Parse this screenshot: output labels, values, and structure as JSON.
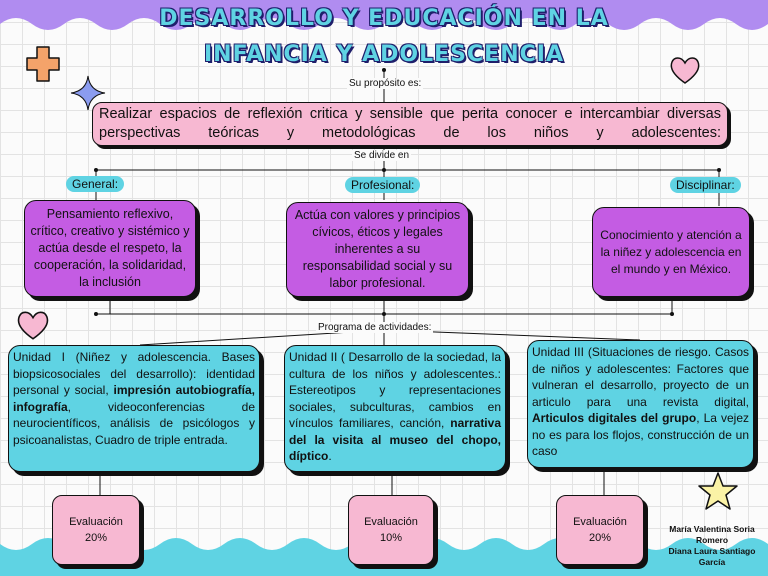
{
  "title": {
    "line1": "DESARROLLO Y EDUCACIÓN EN LA",
    "line2": "INFANCIA Y ADOLESCENCIA"
  },
  "purpose_label": "Su propósito es:",
  "purpose_text": "Realizar espacios de reflexión critica y sensible que perita conocer e intercambiar diversas perspectivas teóricas y metodológicas de los niños y adolescentes:",
  "divides_label": "Se divide en",
  "categories": [
    {
      "label": "General:",
      "text": "Pensamiento reflexivo, crítico, creativo y sistémico y actúa desde el respeto, la cooperación, la solidaridad, la inclusión"
    },
    {
      "label": "Profesional:",
      "text": "Actúa con valores y principios cívicos, éticos y legales inherentes a su responsabilidad social y su labor profesional."
    },
    {
      "label": "Disciplinar:",
      "text": "Conocimiento y atención a la niñez y adolescencia en el mundo y en México."
    }
  ],
  "program_label": "Programa de actividades:",
  "units": [
    {
      "parts": [
        {
          "text": "Unidad I (Niñez y adolescencia. Bases biopsicosociales del desarrollo): identidad personal y social, ",
          "bold": false
        },
        {
          "text": "impresión autobiografía, infografía",
          "bold": true
        },
        {
          "text": ", videoconferencias de neurocientíficos, análisis de psicólogos y psicoanalistas, Cuadro de triple entrada.",
          "bold": false
        }
      ]
    },
    {
      "parts": [
        {
          "text": "Unidad II ( Desarrollo de la sociedad, la cultura de los niños y adolescentes.: Estereotipos y representaciones sociales, subculturas, cambios en vínculos familiares, canción, ",
          "bold": false
        },
        {
          "text": "narrativa del la visita al museo del chopo, díptico",
          "bold": true
        },
        {
          "text": ".",
          "bold": false
        }
      ]
    },
    {
      "parts": [
        {
          "text": "Unidad III (Situaciones de riesgo. Casos de niños y adolescentes: Factores que vulneran el desarrollo, proyecto de un articulo para una revista digital, ",
          "bold": false
        },
        {
          "text": "Articulos digitales del grupo",
          "bold": true
        },
        {
          "text": ", La vejez no es para los flojos, construcción de un caso",
          "bold": false
        }
      ]
    }
  ],
  "evaluations": [
    {
      "label": "Evaluación",
      "value": "20%"
    },
    {
      "label": "Evaluación",
      "value": "10%"
    },
    {
      "label": "Evaluación",
      "value": "20%"
    }
  ],
  "authors": [
    "María Valentina Soria Romero",
    "Diana Laura Santiago García"
  ],
  "colors": {
    "cyan": "#5fd3e3",
    "purple": "#c45ce3",
    "pink": "#f7b8d2",
    "wave_top": "#b08cf0",
    "wave_bottom": "#5fd3e3"
  },
  "decorations": [
    "orange-cross-icon",
    "blue-star-icon",
    "pink-heart-icon",
    "yellow-star-icon"
  ]
}
